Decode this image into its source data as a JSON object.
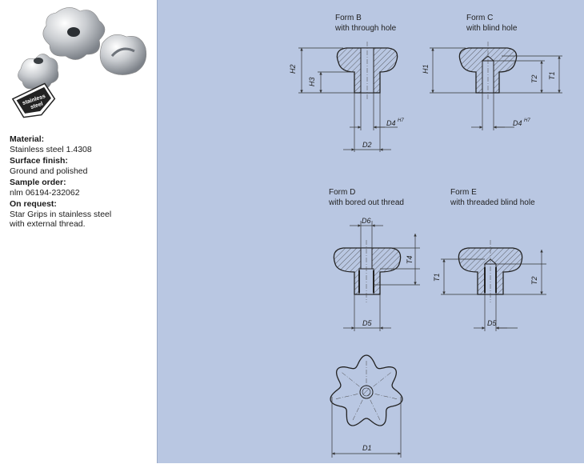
{
  "specs": [
    {
      "heading": "Material:",
      "text": "Stainless steel 1.4308"
    },
    {
      "heading": "Surface finish:",
      "text": "Ground and polished"
    },
    {
      "heading": "Sample order:",
      "text": "nlm 06194-232062"
    },
    {
      "heading": "On request:",
      "text": "Star Grips in stainless steel\nwith external thread."
    }
  ],
  "badge": {
    "line1": "stainless",
    "line2": "steel"
  },
  "forms": {
    "b": {
      "title": "Form B",
      "subtitle": "with through hole"
    },
    "c": {
      "title": "Form C",
      "subtitle": "with blind hole"
    },
    "d": {
      "title": "Form D",
      "subtitle": "with bored out thread"
    },
    "e": {
      "title": "Form E",
      "subtitle": "with threaded blind hole"
    }
  },
  "dims": {
    "h2": "H2",
    "h3": "H3",
    "h1": "H1",
    "t2": "T2",
    "t1": "T1",
    "t4": "T4",
    "d4": "D4",
    "h7": "H7",
    "d2": "D2",
    "d6": "D6",
    "d5": "D5",
    "d1": "D1"
  }
}
